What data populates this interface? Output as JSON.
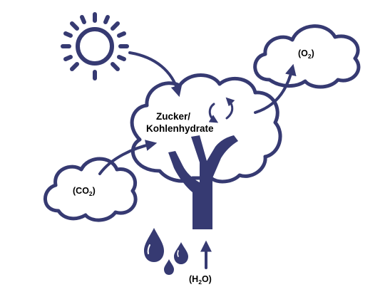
{
  "diagram": {
    "tree_label_line1": "Zucker/",
    "tree_label_line2": "Kohlenhydrate",
    "co2_label": "(CO",
    "co2_sub": "2",
    "co2_close": ")",
    "o2_label": "(O",
    "o2_sub": "2",
    "o2_close": ")",
    "h2o_label": "(H",
    "h2o_sub": "2",
    "h2o_close": "O)"
  },
  "colors": {
    "ink": "#363a72",
    "text": "#000000",
    "background": "#ffffff"
  },
  "icons": [
    "sun-icon",
    "cloud-icon",
    "tree-icon",
    "water-drops-icon",
    "cycle-arrows-icon",
    "arrow-up-icon"
  ]
}
